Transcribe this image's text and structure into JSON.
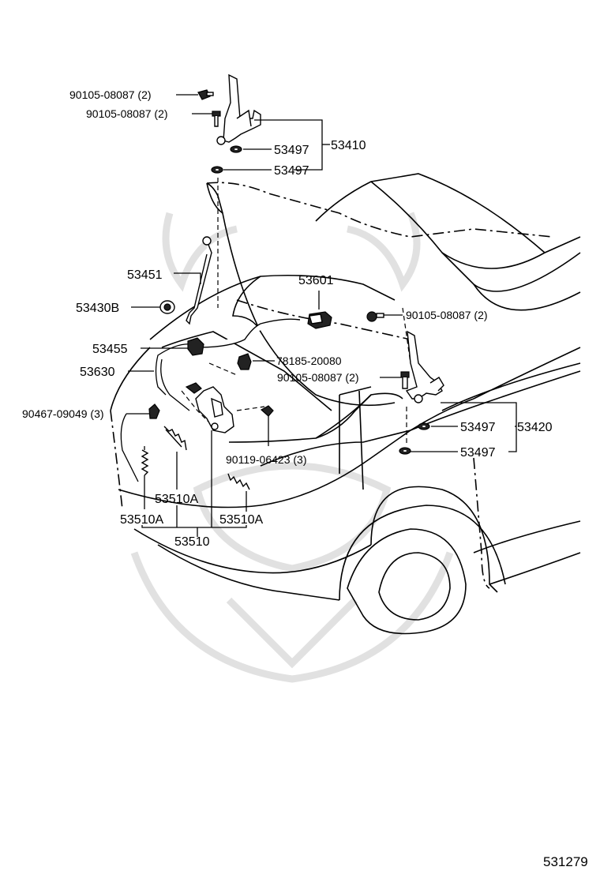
{
  "diagram_code": "531279",
  "labels": {
    "hinge_bolt_top_a": "90105-08087 (2)",
    "hinge_bolt_top_b": "90105-08087 (2)",
    "washer_upper_1": "53497",
    "washer_upper_2": "53497",
    "hinge_left": "53410",
    "hood_support_rod": "53451",
    "cushion": "53430B",
    "lock_control_cable": "53601",
    "hood_bolt_right_top": "90105-08087 (2)",
    "release_lever": "53455",
    "cable_assy": "53630",
    "clip": "78185-20080",
    "hood_bolt_right_lower": "90105-08087 (2)",
    "clamp": "90467-09049 (3)",
    "washer_lower_1": "53497",
    "hinge_right": "53420",
    "washer_lower_2": "53497",
    "lock_bolt": "90119-06423 (3)",
    "spring_center": "53510A",
    "spring_left": "53510A",
    "spring_right": "53510A",
    "hood_lock": "53510"
  }
}
